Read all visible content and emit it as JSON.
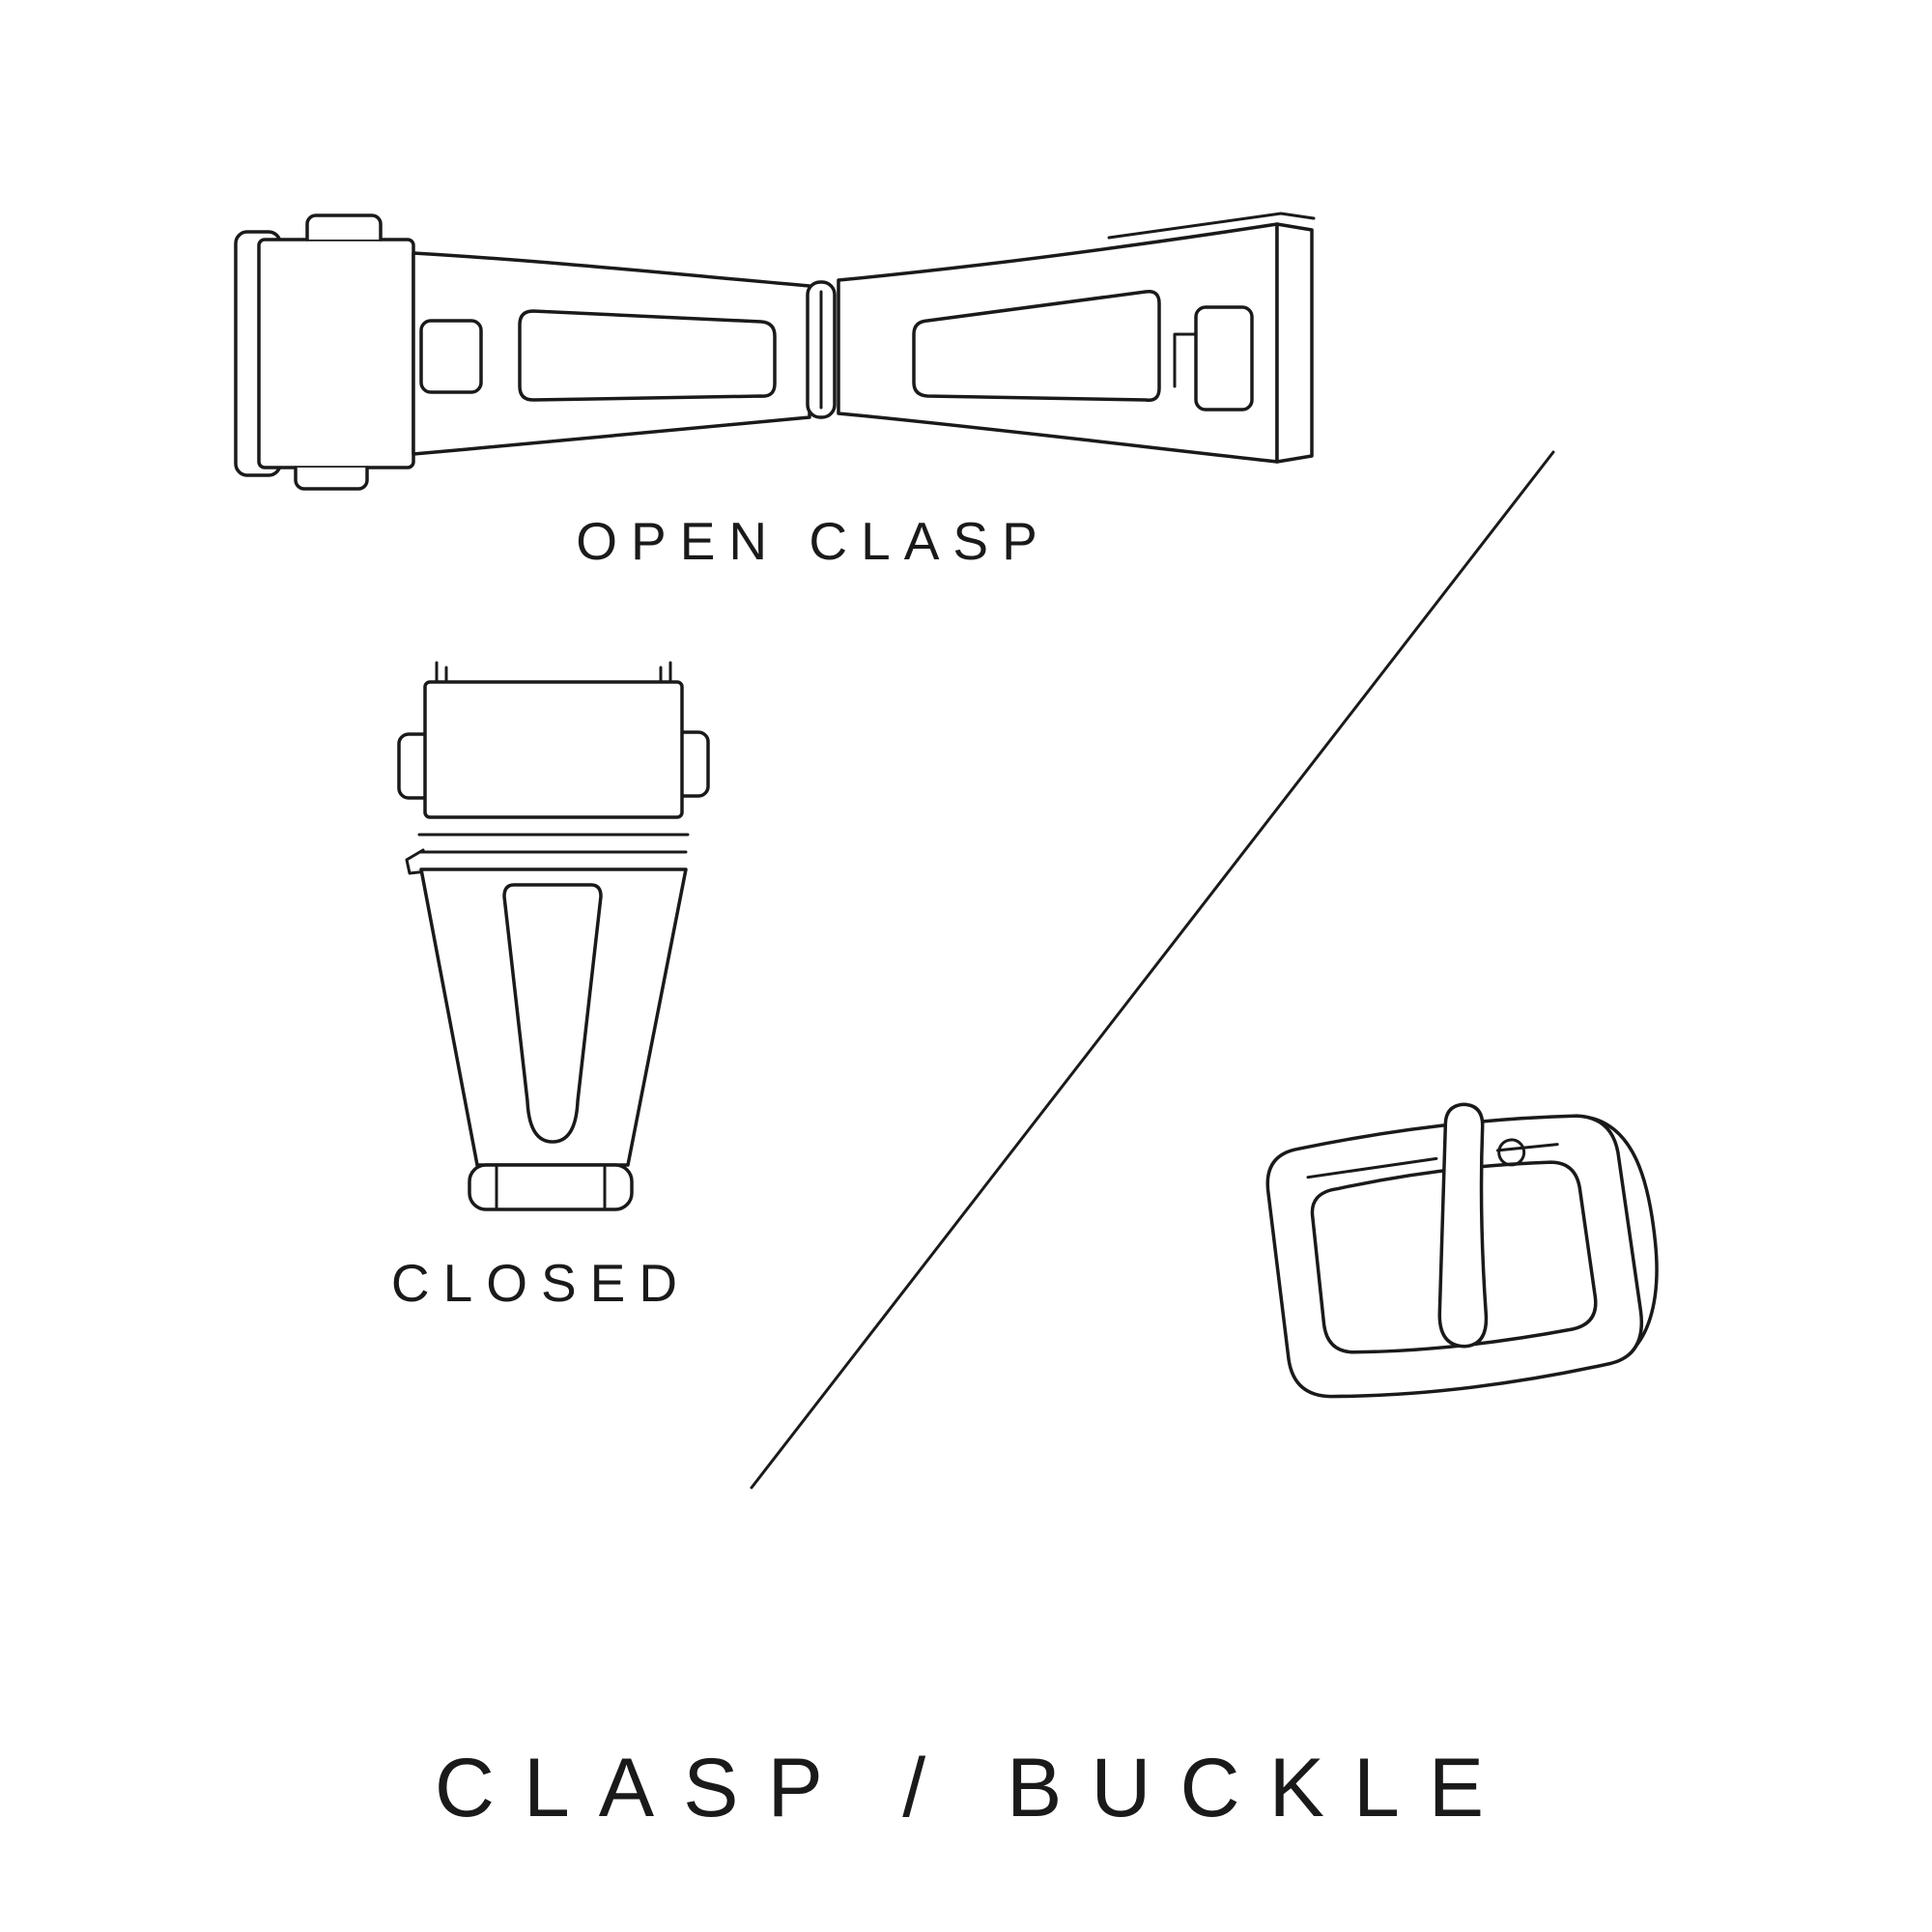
{
  "page": {
    "background": "#ffffff",
    "line_color": "#1a1a1a"
  },
  "title": "CLASP / BUCKLE",
  "figures": [
    {
      "id": "open-clasp",
      "label": "OPEN CLASP"
    },
    {
      "id": "closed-clasp",
      "label": "CLOSED"
    },
    {
      "id": "pin-buckle",
      "label": ""
    }
  ]
}
